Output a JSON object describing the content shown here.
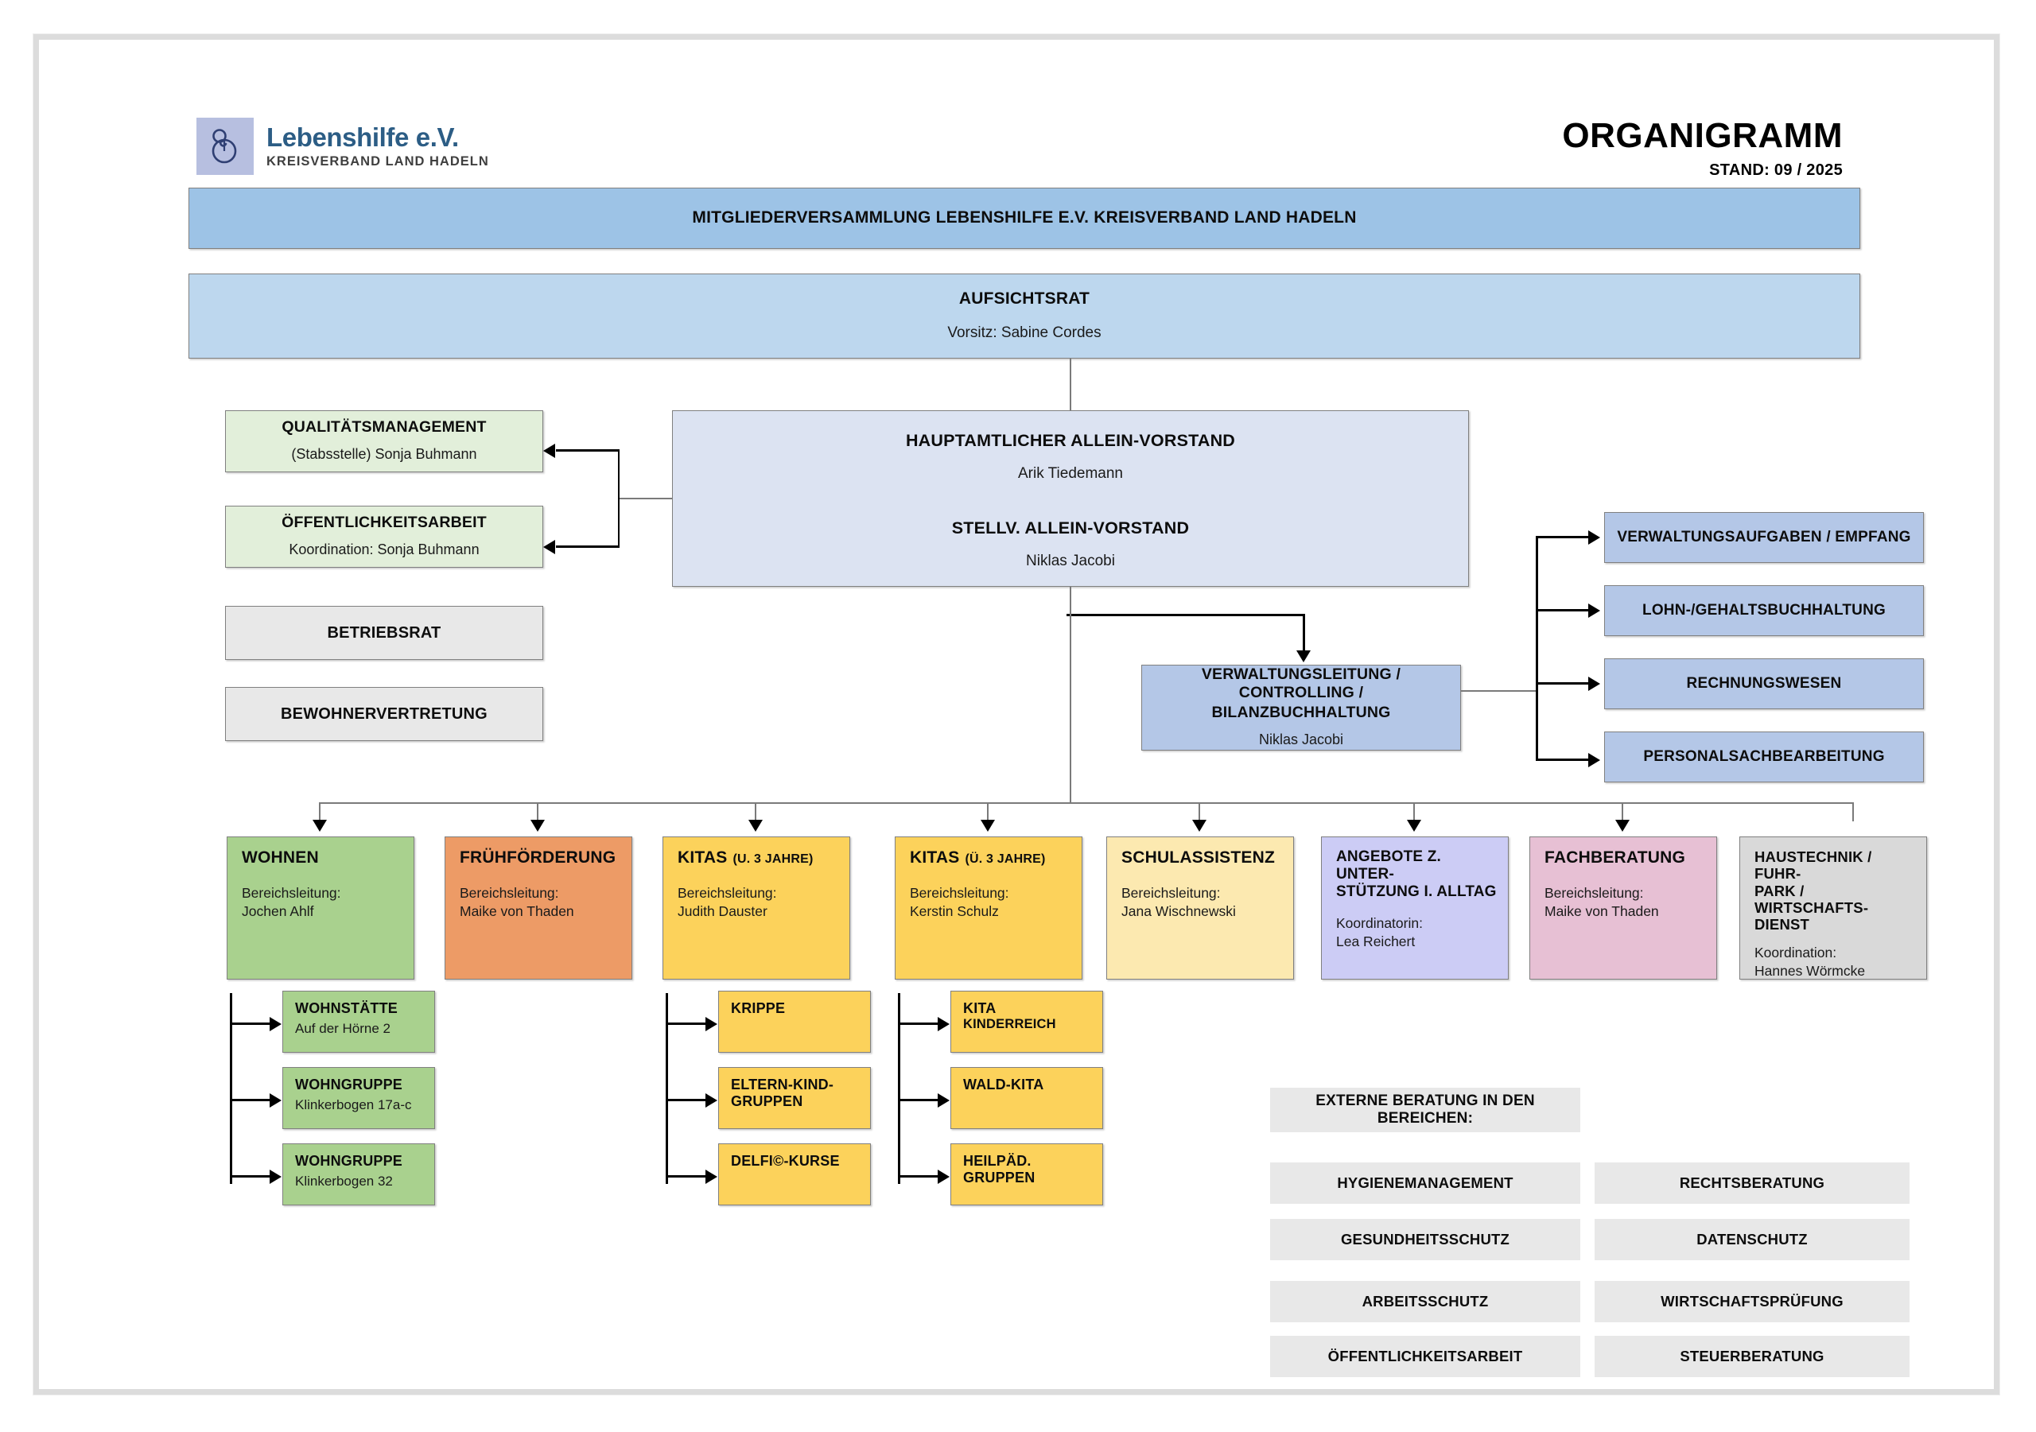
{
  "document": {
    "title": "ORGANIGRAMM",
    "stand": "STAND: 09 / 2025"
  },
  "logo": {
    "name": "Lebenshilfe e.V.",
    "subtitle": "KREISVERBAND LAND HADELN",
    "mark_color": "#b7bfe0",
    "name_color": "#2c5d85"
  },
  "assembly": {
    "title": "MITGLIEDERVERSAMMLUNG LEBENSHILFE E.V. KREISVERBAND LAND HADELN",
    "color": "#9dc3e6"
  },
  "supervisory_board": {
    "title": "AUFSICHTSRAT",
    "subtitle": "Vorsitz: Sabine Cordes",
    "color": "#bdd7ee"
  },
  "board": {
    "role1": "HAUPTAMTLICHER ALLEIN-VORSTAND",
    "person1": "Arik Tiedemann",
    "role2": "STELLV.  ALLEIN-VORSTAND",
    "person2": "Niklas Jacobi",
    "color": "#dce3f2"
  },
  "staff_units": {
    "color": "#e2efda",
    "items": [
      {
        "title": "QUALITÄTSMANAGEMENT",
        "subtitle": "(Stabsstelle) Sonja Buhmann"
      },
      {
        "title": "ÖFFENTLICHKEITSARBEIT",
        "subtitle": "Koordination: Sonja Buhmann"
      }
    ]
  },
  "representation": {
    "color": "#e8e8e8",
    "items": [
      {
        "title": "BETRIEBSRAT"
      },
      {
        "title": "BEWOHNERVERTRETUNG"
      }
    ]
  },
  "administration": {
    "lead": {
      "title_line1": "VERWALTUNGSLEITUNG / CONTROLLING /",
      "title_line2": "BILANZBUCHHALTUNG",
      "person": "Niklas Jacobi",
      "color": "#b4c7e7"
    },
    "units_color": "#b4c7e7",
    "units": [
      {
        "title": "VERWALTUNGSAUFGABEN / EMPFANG"
      },
      {
        "title": "LOHN-/GEHALTSBUCHHALTUNG"
      },
      {
        "title": "RECHNUNGSWESEN"
      },
      {
        "title": "PERSONALSACHBEARBEITUNG"
      }
    ]
  },
  "departments": [
    {
      "title": "WOHNEN",
      "role_label": "Bereichsleitung:",
      "person": "Jochen Ahlf",
      "color": "#a9d18e",
      "children_color": "#a9d18e",
      "children": [
        {
          "title": "WOHNSTÄTTE",
          "subtitle": "Auf der Hörne 2"
        },
        {
          "title": "WOHNGRUPPE",
          "subtitle": "Klinkerbogen 17a-c"
        },
        {
          "title": "WOHNGRUPPE",
          "subtitle": "Klinkerbogen 32"
        }
      ]
    },
    {
      "title": "FRÜHFÖRDERUNG",
      "role_label": "Bereichsleitung:",
      "person": "Maike von Thaden",
      "color": "#ed9b66",
      "children": []
    },
    {
      "title": "KITAS",
      "title_suffix": "(U. 3 JAHRE)",
      "role_label": "Bereichsleitung:",
      "person": "Judith Dauster",
      "color": "#fcd25b",
      "children_color": "#fcd25b",
      "children": [
        {
          "title": "KRIPPE",
          "subtitle": ""
        },
        {
          "title": "ELTERN-KIND-",
          "title2": "GRUPPEN",
          "subtitle": ""
        },
        {
          "title": "DELFI©-KURSE",
          "subtitle": ""
        }
      ]
    },
    {
      "title": "KITAS",
      "title_suffix": "(Ü. 3 JAHRE)",
      "role_label": "Bereichsleitung:",
      "person": "Kerstin Schulz",
      "color": "#fcd25b",
      "children_color": "#fcd25b",
      "children": [
        {
          "title": "KITA",
          "subtitle": "KINDERREICH"
        },
        {
          "title": "WALD-KITA",
          "subtitle": ""
        },
        {
          "title": "HEILPÄD.",
          "title2": "GRUPPEN",
          "subtitle": ""
        }
      ]
    },
    {
      "title": "SCHULASSISTENZ",
      "role_label": "Bereichsleitung:",
      "person": "Jana Wischnewski",
      "color": "#fce9b0",
      "children": []
    },
    {
      "title": "ANGEBOTE Z. UNTER-",
      "title2": "STÜTZUNG I. ALLTAG",
      "role_label": "Koordinatorin:",
      "person": "Lea Reichert",
      "color": "#ccccf5",
      "children": []
    },
    {
      "title": "FACHBERATUNG",
      "role_label": "Bereichsleitung:",
      "person": "Maike von Thaden",
      "color": "#e7c0d4",
      "children": []
    },
    {
      "title": "HAUSTECHNIK / FUHR-",
      "title2": "PARK / WIRTSCHAFTS-",
      "title3": "DIENST",
      "role_label": "Koordination:",
      "person": "Hannes Wörmcke",
      "color": "#d9d9d9",
      "children": []
    }
  ],
  "external_advice": {
    "header": "EXTERNE BERATUNG IN DEN BEREICHEN:",
    "color": "#e8e8e8",
    "left_column": [
      "HYGIENEMANAGEMENT",
      "GESUNDHEITSSCHUTZ",
      "ARBEITSSCHUTZ",
      "ÖFFENTLICHKEITSARBEIT"
    ],
    "right_column": [
      "RECHTSBERATUNG",
      "DATENSCHUTZ",
      "WIRTSCHAFTSPRÜFUNG",
      "STEUERBERATUNG"
    ]
  }
}
